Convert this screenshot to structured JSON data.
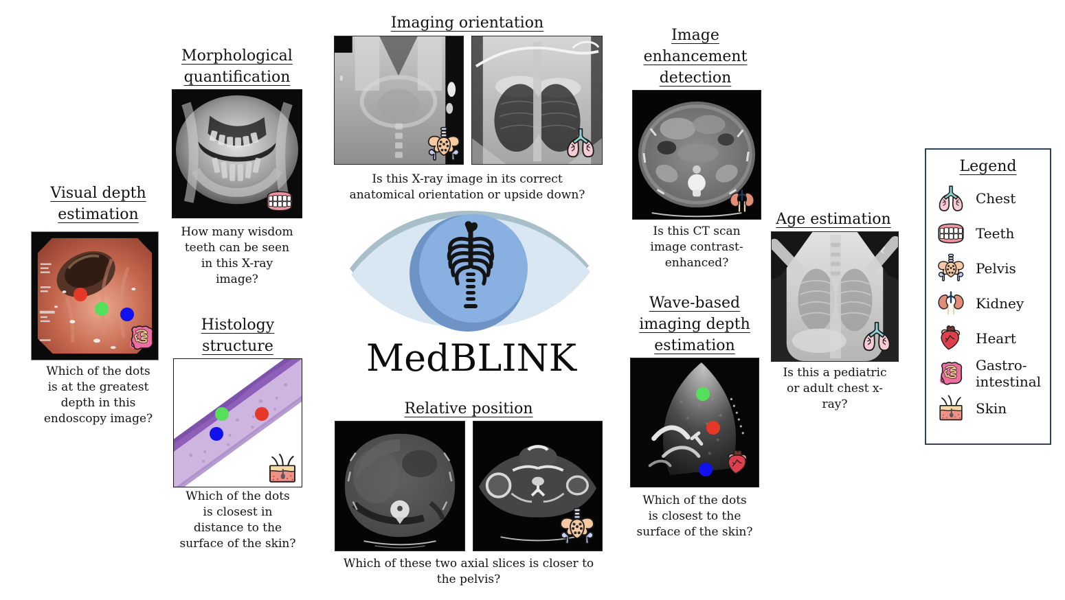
{
  "logo": {
    "text": "MedBLINK",
    "icon": "eye-ribcage-logo"
  },
  "palette": {
    "dot_red": "#e53828",
    "dot_green": "#56df5b",
    "dot_blue": "#1111ed",
    "eye_rim": "#a8bec9",
    "eye_fill": "#d8e7f1",
    "iris_outer": "#6e94c6",
    "iris_inner": "#88b0e1",
    "legend_border": "#2f4156",
    "text": "#121212"
  },
  "sections": {
    "imaging_orientation": {
      "title_lines": [
        "Imaging orientation"
      ],
      "caption_lines": [
        "Is this X-ray image in its correct",
        "anatomical orientation or upside down?"
      ],
      "images": [
        {
          "name": "pelvis-xray-upside-down",
          "badge_icon": "pelvis-icon"
        },
        {
          "name": "chest-xray-upside-down",
          "badge_icon": "chest-icon"
        }
      ]
    },
    "morphological_quantification": {
      "title_lines": [
        "Morphological",
        "quantification"
      ],
      "caption_lines": [
        "How many wisdom",
        "teeth can be seen",
        "in this X-ray",
        "image?"
      ],
      "images": [
        {
          "name": "dental-panoramic-xray",
          "badge_icon": "teeth-icon"
        }
      ]
    },
    "visual_depth_estimation": {
      "title_lines": [
        "Visual depth",
        "estimation"
      ],
      "caption_lines": [
        "Which of the dots",
        "is at the greatest",
        "depth in this",
        "endoscopy image?"
      ],
      "images": [
        {
          "name": "endoscopy-image",
          "badge_icon": "gastrointestinal-icon",
          "dots": [
            "red",
            "green",
            "blue"
          ]
        }
      ]
    },
    "histology_structure": {
      "title_lines": [
        "Histology",
        "structure"
      ],
      "caption_lines": [
        "Which of the dots",
        "is closest in",
        "distance to the",
        "surface of the skin?"
      ],
      "images": [
        {
          "name": "histology-slide",
          "badge_icon": "skin-icon",
          "dots": [
            "green",
            "red",
            "blue"
          ]
        }
      ]
    },
    "relative_position": {
      "title_lines": [
        "Relative position"
      ],
      "caption_lines": [
        "Which of these two axial slices is closer to",
        "the pelvis?"
      ],
      "images": [
        {
          "name": "ct-axial-abdomen"
        },
        {
          "name": "ct-axial-shoulders",
          "badge_icon": "pelvis-icon"
        }
      ]
    },
    "image_enhancement_detection": {
      "title_lines": [
        "Image",
        "enhancement",
        "detection"
      ],
      "caption_lines": [
        "Is this CT scan",
        "image contrast-",
        "enhanced?"
      ],
      "images": [
        {
          "name": "ct-abdomen-contrast",
          "badge_icon": "kidney-icon"
        }
      ]
    },
    "age_estimation": {
      "title_lines": [
        "Age estimation"
      ],
      "caption_lines": [
        "Is this a pediatric",
        "or adult chest x-",
        "ray?"
      ],
      "images": [
        {
          "name": "pediatric-chest-xray",
          "badge_icon": "chest-icon"
        }
      ]
    },
    "wave_based_depth": {
      "title_lines": [
        "Wave-based",
        "imaging depth",
        "estimation"
      ],
      "caption_lines": [
        "Which of the dots",
        "is closest to the",
        "surface of the skin?"
      ],
      "images": [
        {
          "name": "cardiac-ultrasound",
          "badge_icon": "heart-icon",
          "dots": [
            "green",
            "red",
            "blue"
          ]
        }
      ]
    }
  },
  "legend": {
    "title": "Legend",
    "items": [
      {
        "icon": "chest-icon",
        "label_lines": [
          "Chest"
        ]
      },
      {
        "icon": "teeth-icon",
        "label_lines": [
          "Teeth"
        ]
      },
      {
        "icon": "pelvis-icon",
        "label_lines": [
          "Pelvis"
        ]
      },
      {
        "icon": "kidney-icon",
        "label_lines": [
          "Kidney"
        ]
      },
      {
        "icon": "heart-icon",
        "label_lines": [
          "Heart"
        ]
      },
      {
        "icon": "gastrointestinal-icon",
        "label_lines": [
          "Gastro-",
          "intestinal"
        ]
      },
      {
        "icon": "skin-icon",
        "label_lines": [
          "Skin"
        ]
      }
    ]
  }
}
